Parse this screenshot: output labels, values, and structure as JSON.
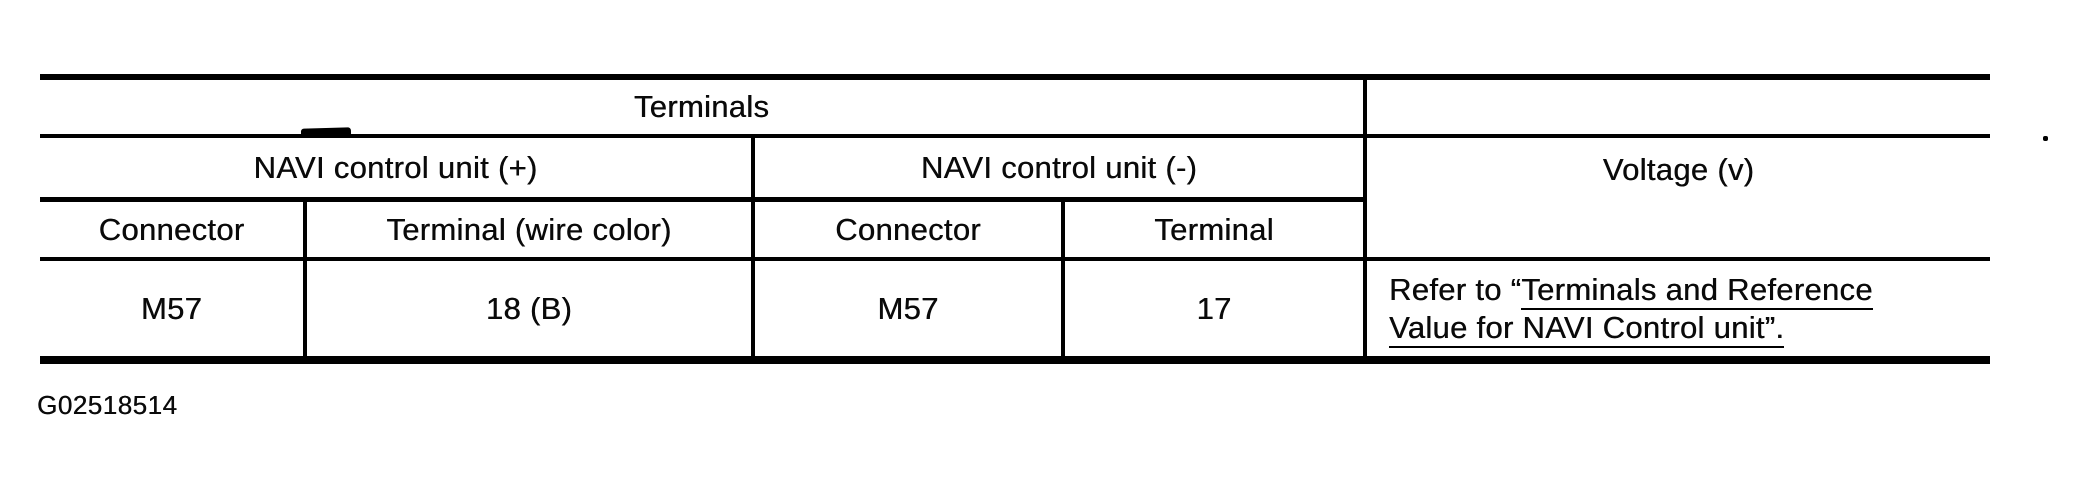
{
  "colors": {
    "ink": "#000000",
    "paper": "#ffffff"
  },
  "figure_code": "G02518514",
  "table": {
    "header": {
      "terminals": "Terminals",
      "navi_plus": "NAVI control unit (+)",
      "navi_minus": "NAVI control unit (-)",
      "voltage": "Voltage (v)"
    },
    "columns": {
      "connector_plus": "Connector",
      "terminal_plus": "Terminal (wire color)",
      "connector_minus": "Connector",
      "terminal_minus": "Terminal"
    },
    "row": {
      "connector_plus": "M57",
      "terminal_plus": "18 (B)",
      "connector_minus": "M57",
      "terminal_minus": "17",
      "voltage_prefix": "Refer to “",
      "voltage_ref_line1": "Terminals and Reference",
      "voltage_ref_line2": "Value for NAVI Control unit”."
    }
  }
}
